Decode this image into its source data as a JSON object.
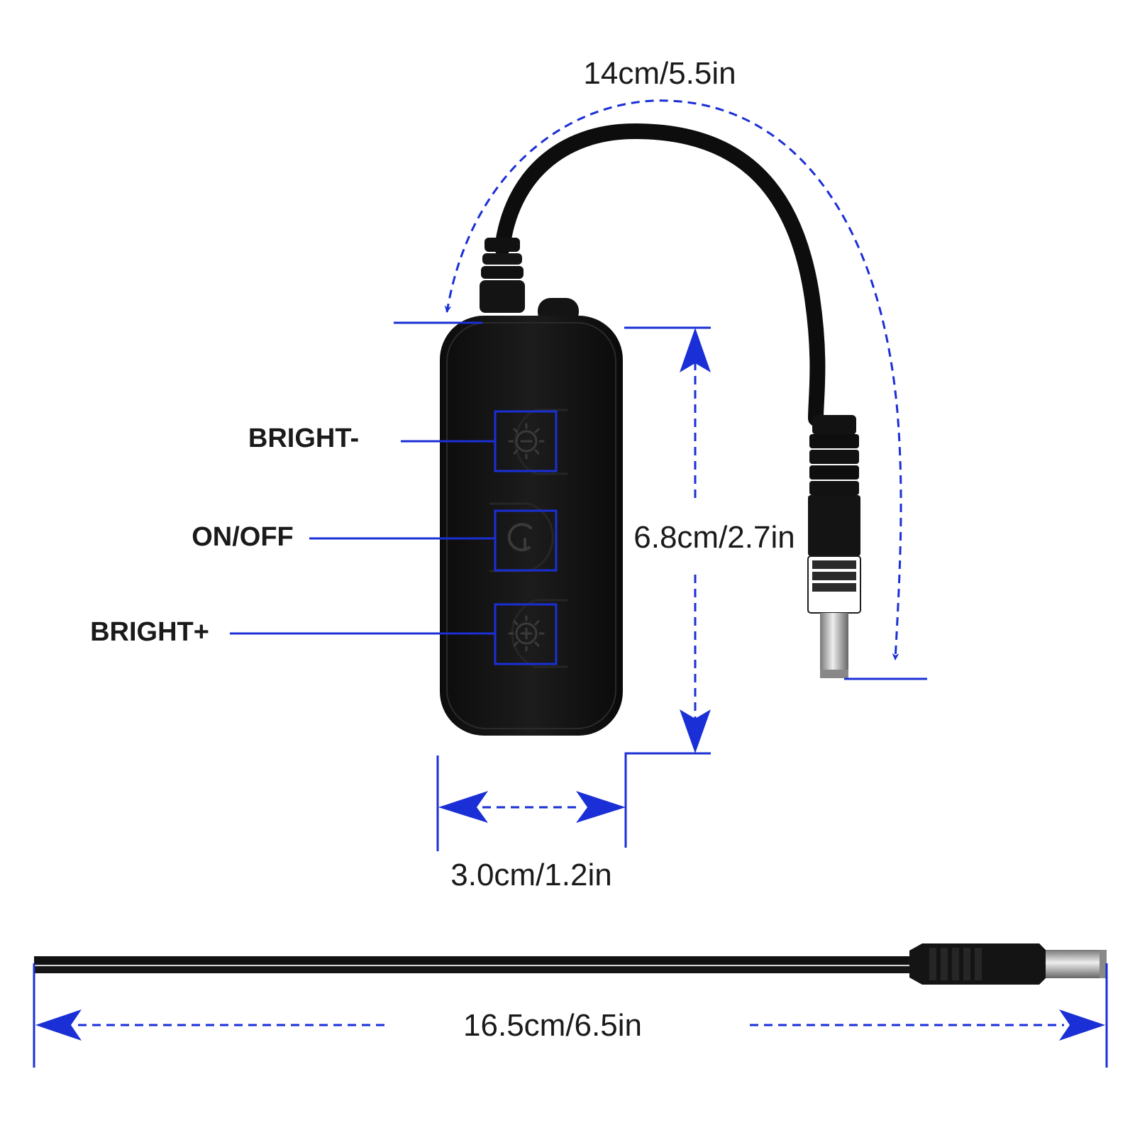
{
  "dimensions": {
    "cable_length": "14cm/5.5in",
    "height": "6.8cm/2.7in",
    "width": "3.0cm/1.2in",
    "total_length": "16.5cm/6.5in"
  },
  "buttons": [
    {
      "label": "BRIGHT-",
      "icon": "brightness-minus-icon"
    },
    {
      "label": "ON/OFF",
      "icon": "power-icon"
    },
    {
      "label": "BRIGHT+",
      "icon": "brightness-plus-icon"
    }
  ],
  "colors": {
    "dimension_line": "#1a2fd6",
    "device_body": "#141414",
    "background": "#ffffff"
  }
}
